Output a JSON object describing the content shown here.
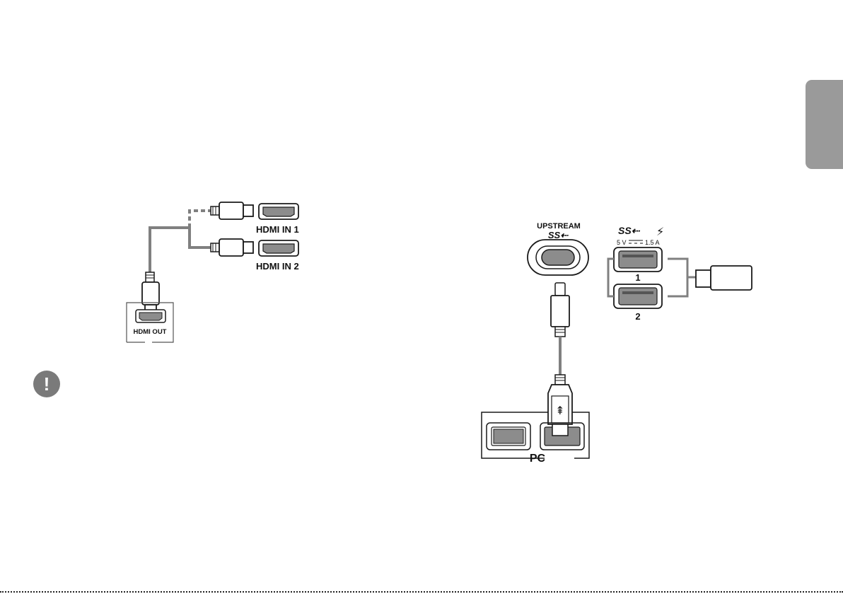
{
  "hdmi_diagram": {
    "ports": [
      {
        "label": "HDMI IN 1",
        "connection": "optional"
      },
      {
        "label": "HDMI IN 2",
        "connection": "connected"
      }
    ],
    "source": {
      "label": "HDMI OUT"
    }
  },
  "caution_icon": {
    "symbol": "!"
  },
  "usb_diagram": {
    "upstream": {
      "label": "UPSTREAM",
      "logo": "SS⇠"
    },
    "downstream": {
      "logo": "SS⇠",
      "charge_symbol": "⚡",
      "rating": {
        "voltage": "5 V",
        "current": "1.5 A"
      },
      "ports": [
        {
          "label": "1"
        },
        {
          "label": "2"
        }
      ]
    },
    "host": {
      "label": "PC"
    },
    "usb_symbol": "⇞"
  },
  "colors": {
    "cable": "#808080",
    "port_fill": "#8c8c8c",
    "outline": "#1a1a1a",
    "side_tab": "#9a9a9a"
  }
}
